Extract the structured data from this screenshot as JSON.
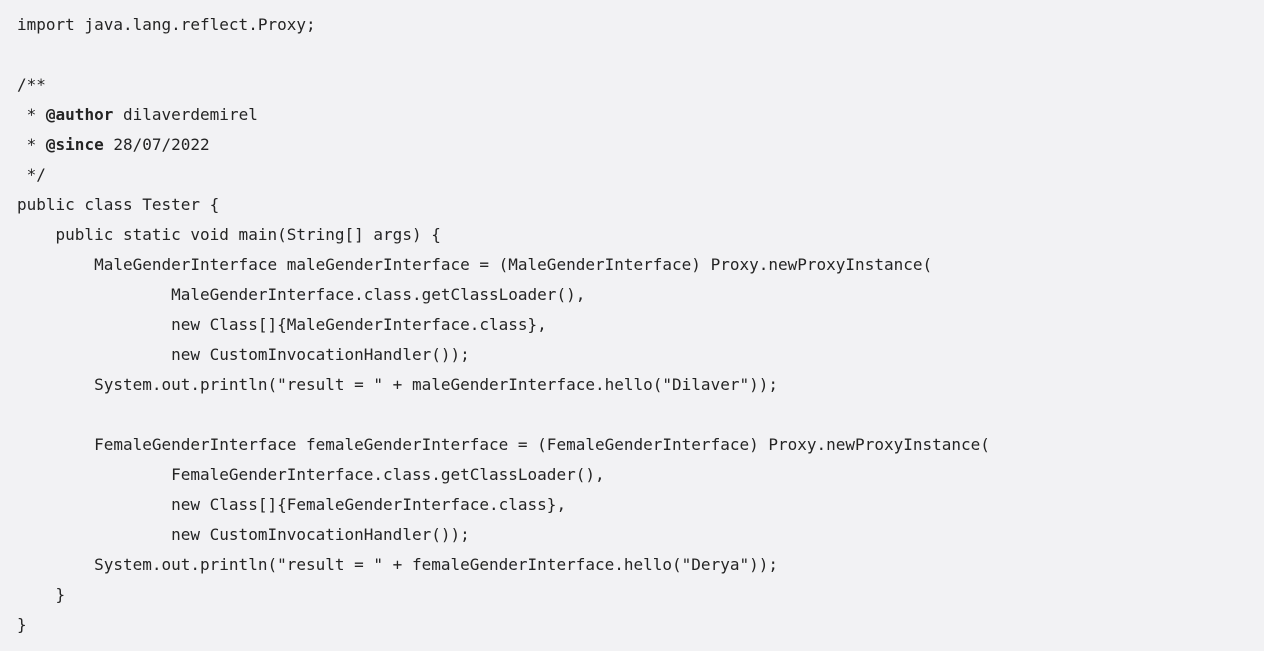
{
  "code": {
    "language": "java",
    "lines": [
      "import java.lang.reflect.Proxy;",
      "",
      "/**",
      " * ",
      " * ",
      " */",
      "public class Tester {",
      "    public static void main(String[] args) {",
      "        MaleGenderInterface maleGenderInterface = (MaleGenderInterface) Proxy.newProxyInstance(",
      "                MaleGenderInterface.class.getClassLoader(),",
      "                new Class[]{MaleGenderInterface.class},",
      "                new CustomInvocationHandler());",
      "        System.out.println(\"result = \" + maleGenderInterface.hello(\"Dilaver\"));",
      "",
      "        FemaleGenderInterface femaleGenderInterface = (FemaleGenderInterface) Proxy.newProxyInstance(",
      "                FemaleGenderInterface.class.getClassLoader(),",
      "                new Class[]{FemaleGenderInterface.class},",
      "                new CustomInvocationHandler());",
      "        System.out.println(\"result = \" + femaleGenderInterface.hello(\"Derya\"));",
      "    }",
      "}"
    ],
    "javadoc": {
      "author_tag": "@author",
      "author_value": " dilaverdemirel",
      "since_tag": "@since",
      "since_value": " 28/07/2022"
    }
  },
  "colors": {
    "background": "#f2f2f4",
    "text": "#242424"
  }
}
